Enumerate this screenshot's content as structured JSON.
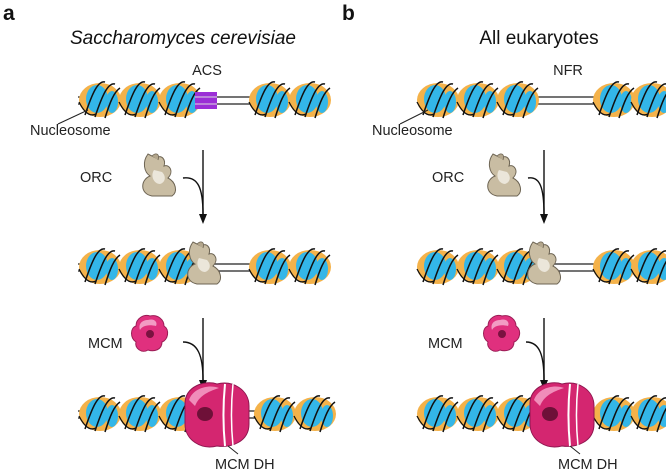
{
  "panel_a": {
    "letter": "a",
    "title": "Saccharomyces cerevisiae",
    "site_label": "ACS",
    "nucleosome_label": "Nucleosome",
    "orc_label": "ORC",
    "mcm_label": "MCM",
    "mcm_dh_label": "MCM DH"
  },
  "panel_b": {
    "letter": "b",
    "title": "All eukaryotes",
    "site_label": "NFR",
    "nucleosome_label": "Nucleosome",
    "orc_label": "ORC",
    "mcm_label": "MCM",
    "mcm_dh_label": "MCM DH"
  },
  "colors": {
    "nucleosome_orange": "#f4b24a",
    "nucleosome_blue": "#33b6e8",
    "acs_purple": "#9b2fd6",
    "orc_beige": "#c9bda3",
    "mcm_magenta": "#e0307e"
  }
}
